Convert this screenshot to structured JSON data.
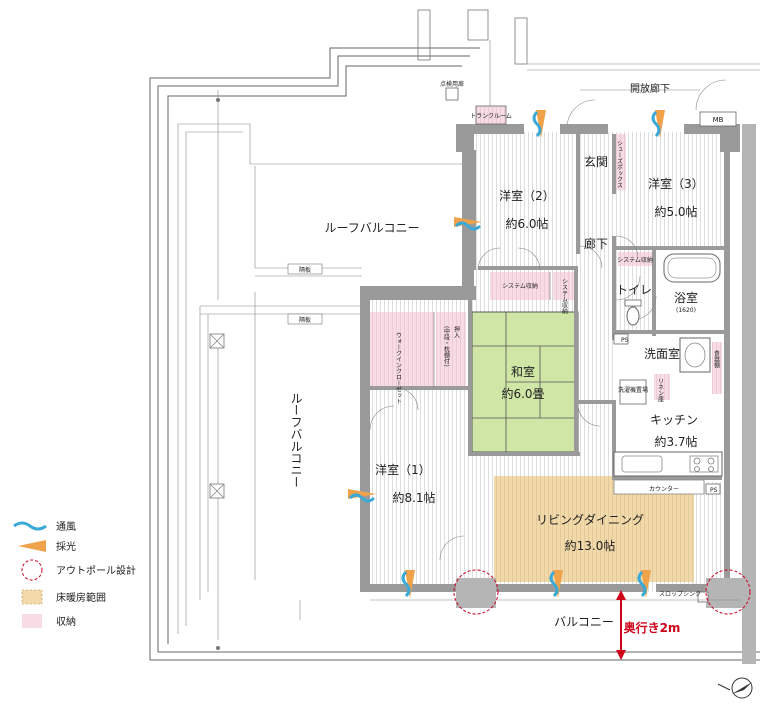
{
  "rooms": {
    "western2": {
      "name": "洋室（2）",
      "size": "約6.0帖"
    },
    "western3": {
      "name": "洋室（3）",
      "size": "約5.0帖"
    },
    "western1": {
      "name": "洋室（1）",
      "size": "約8.1帖"
    },
    "washitsu": {
      "name": "和室",
      "size": "約6.0畳"
    },
    "kitchen": {
      "name": "キッチン",
      "size": "約3.7帖"
    },
    "living": {
      "name": "リビングダイニング",
      "size": "約13.0帖"
    },
    "bath": {
      "name": "浴室",
      "size": "(1620)"
    },
    "entrance": "玄関",
    "corridor": "廊下",
    "toilet": "トイレ",
    "washroom": "洗面室",
    "roof_balcony_1": "ルーフバルコニー",
    "roof_balcony_2": "ルーフバルコニー",
    "balcony": "バルコニー",
    "open_corridor": "開放廊下"
  },
  "labels": {
    "fire_escape": "点検用扉",
    "trunk_room": "トランクルーム",
    "mb": "MB",
    "shoes_box": "シューズボックス",
    "system_storage_wide": "システム収納",
    "system_storage_small": "システム収納",
    "walk_in_closet": "ウォークインクローゼット",
    "oshiire": "押入",
    "oshiire_sub": "(中段・枕棚付)",
    "ps_1": "PS",
    "ps_2": "PS",
    "washer": "洗濯機置場",
    "linen": "リネン庫",
    "storage_k": "食器棚",
    "counter": "カウンター",
    "slop_sink": "スロップシンク",
    "partition_1": "隔板",
    "partition_2": "隔板",
    "depth": "奥行き2m"
  },
  "legend": [
    {
      "icon": "wind-icon",
      "label": "通風"
    },
    {
      "icon": "light-icon",
      "label": "採光"
    },
    {
      "icon": "outpole-icon",
      "label": "アウトポール設計"
    },
    {
      "icon": "floor-heating-icon",
      "label": "床暖房範囲"
    },
    {
      "icon": "storage-icon",
      "label": "収納"
    }
  ],
  "colors": {
    "washitsu": "#cfe6a6",
    "floor_heating": "#f2d9a9",
    "storage": "#f7dce6",
    "wind": "#3aa9d8",
    "light": "#f0a24a",
    "depth_arrow": "#d0021b",
    "outpole": "#d0021b"
  }
}
